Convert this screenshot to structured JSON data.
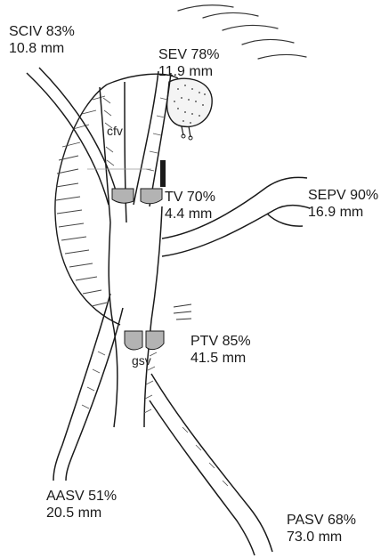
{
  "labels": {
    "sciv": {
      "line1": "SCIV 83%",
      "line2": "10.8 mm"
    },
    "sev": {
      "line1": "SEV 78%",
      "line2": "11.9 mm"
    },
    "tv": {
      "line1": "TV 70%",
      "line2": "4.4 mm"
    },
    "sepv": {
      "line1": "SEPV 90%",
      "line2": "16.9 mm"
    },
    "ptv": {
      "line1": "PTV 85%",
      "line2": "41.5 mm"
    },
    "aasv": {
      "line1": "AASV 51%",
      "line2": "20.5 mm"
    },
    "pasv": {
      "line1": "PASV 68%",
      "line2": "73.0 mm"
    }
  },
  "vein_names": {
    "cfv": "cfv",
    "gsv": "gsv"
  },
  "colors": {
    "ink": "#1a1a1a",
    "valve_fill": "#b3b3b3",
    "background": "#ffffff"
  }
}
